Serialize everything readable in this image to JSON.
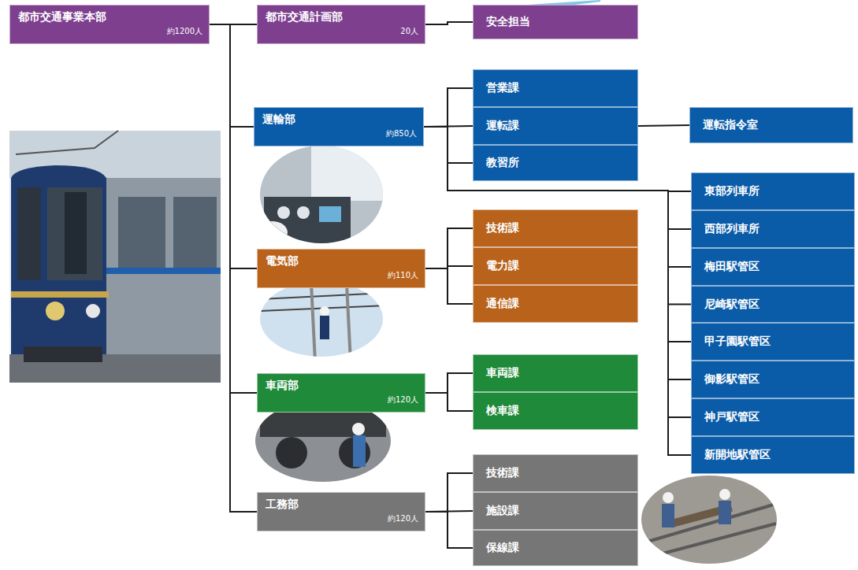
{
  "diagram": {
    "nodes": [
      {
        "text": [
          "都市交通事業本部",
          "約1200人"
        ]
      },
      {
        "text": [
          "都市交通計画部",
          "20人"
        ]
      },
      {
        "text": [
          "安全担当"
        ]
      },
      {
        "text": [
          "運輸部",
          "約850人"
        ]
      },
      {
        "text": [
          "営業課"
        ]
      },
      {
        "text": [
          "運転課"
        ]
      },
      {
        "text": [
          "教習所"
        ]
      },
      {
        "text": [
          "運転指令室"
        ]
      },
      {
        "text": [
          "東部列車所"
        ]
      },
      {
        "text": [
          "西部列車所"
        ]
      },
      {
        "text": [
          "梅田駅管区"
        ]
      },
      {
        "text": [
          "尼崎駅管区"
        ]
      },
      {
        "text": [
          "甲子園駅管区"
        ]
      },
      {
        "text": [
          "御影駅管区"
        ]
      },
      {
        "text": [
          "神戸駅管区"
        ]
      },
      {
        "text": [
          "新開地駅管区"
        ]
      },
      {
        "text": [
          "電気部",
          "約110人"
        ]
      },
      {
        "text": [
          "技術課"
        ]
      },
      {
        "text": [
          "電力課"
        ]
      },
      {
        "text": [
          "通信課"
        ]
      },
      {
        "text": [
          "車両部",
          "約120人"
        ]
      },
      {
        "text": [
          "車両課"
        ]
      },
      {
        "text": [
          "検車課"
        ]
      },
      {
        "text": [
          "工務部",
          "約120人"
        ]
      },
      {
        "text": [
          "技術課"
        ]
      },
      {
        "text": [
          "施設課"
        ]
      },
      {
        "text": [
          "保線課"
        ]
      }
    ],
    "edges": [
      {
        "from": 0,
        "to": 1,
        "arrow": "none"
      },
      {
        "from": 1,
        "to": 2,
        "arrow": "none"
      },
      {
        "from": 0,
        "to": 3,
        "arrow": "none"
      },
      {
        "from": 0,
        "to": 16,
        "arrow": "none"
      },
      {
        "from": 0,
        "to": 20,
        "arrow": "none"
      },
      {
        "from": 0,
        "to": 23,
        "arrow": "none"
      },
      {
        "from": 3,
        "to": 4,
        "arrow": "none"
      },
      {
        "from": 3,
        "to": 5,
        "arrow": "none"
      },
      {
        "from": 3,
        "to": 6,
        "arrow": "none"
      },
      {
        "from": 5,
        "to": 7,
        "arrow": "none"
      },
      {
        "from": 3,
        "to": 8,
        "arrow": "none"
      },
      {
        "from": 3,
        "to": 9,
        "arrow": "none"
      },
      {
        "from": 3,
        "to": 10,
        "arrow": "none"
      },
      {
        "from": 3,
        "to": 11,
        "arrow": "none"
      },
      {
        "from": 3,
        "to": 12,
        "arrow": "none"
      },
      {
        "from": 3,
        "to": 13,
        "arrow": "none"
      },
      {
        "from": 3,
        "to": 14,
        "arrow": "none"
      },
      {
        "from": 3,
        "to": 15,
        "arrow": "none"
      },
      {
        "from": 16,
        "to": 17,
        "arrow": "none"
      },
      {
        "from": 16,
        "to": 18,
        "arrow": "none"
      },
      {
        "from": 16,
        "to": 19,
        "arrow": "none"
      },
      {
        "from": 20,
        "to": 21,
        "arrow": "none"
      },
      {
        "from": 20,
        "to": 22,
        "arrow": "none"
      },
      {
        "from": 23,
        "to": 24,
        "arrow": "none"
      },
      {
        "from": 23,
        "to": 25,
        "arrow": "none"
      },
      {
        "from": 23,
        "to": 26,
        "arrow": "none"
      }
    ]
  }
}
